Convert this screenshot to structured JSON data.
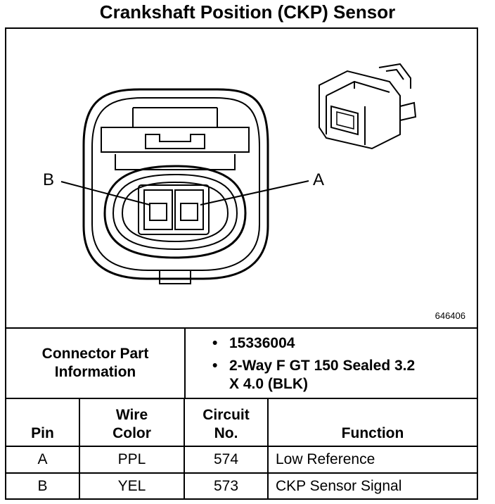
{
  "title": "Crankshaft Position (CKP) Sensor",
  "figure": {
    "id": "646406",
    "label_b": "B",
    "label_a": "A"
  },
  "connector_info": {
    "label_line1": "Connector Part",
    "label_line2": "Information",
    "bullets": [
      "15336004",
      "2-Way F GT 150 Sealed 3.2",
      "X 4.0 (BLK)"
    ]
  },
  "table": {
    "headers": {
      "pin": "Pin",
      "wire_1": "Wire",
      "wire_2": "Color",
      "circuit_1": "Circuit",
      "circuit_2": "No.",
      "function": "Function"
    },
    "rows": [
      {
        "pin": "A",
        "color": "PPL",
        "circuit": "574",
        "function": "Low Reference"
      },
      {
        "pin": "B",
        "color": "YEL",
        "circuit": "573",
        "function": "CKP Sensor Signal"
      }
    ]
  }
}
